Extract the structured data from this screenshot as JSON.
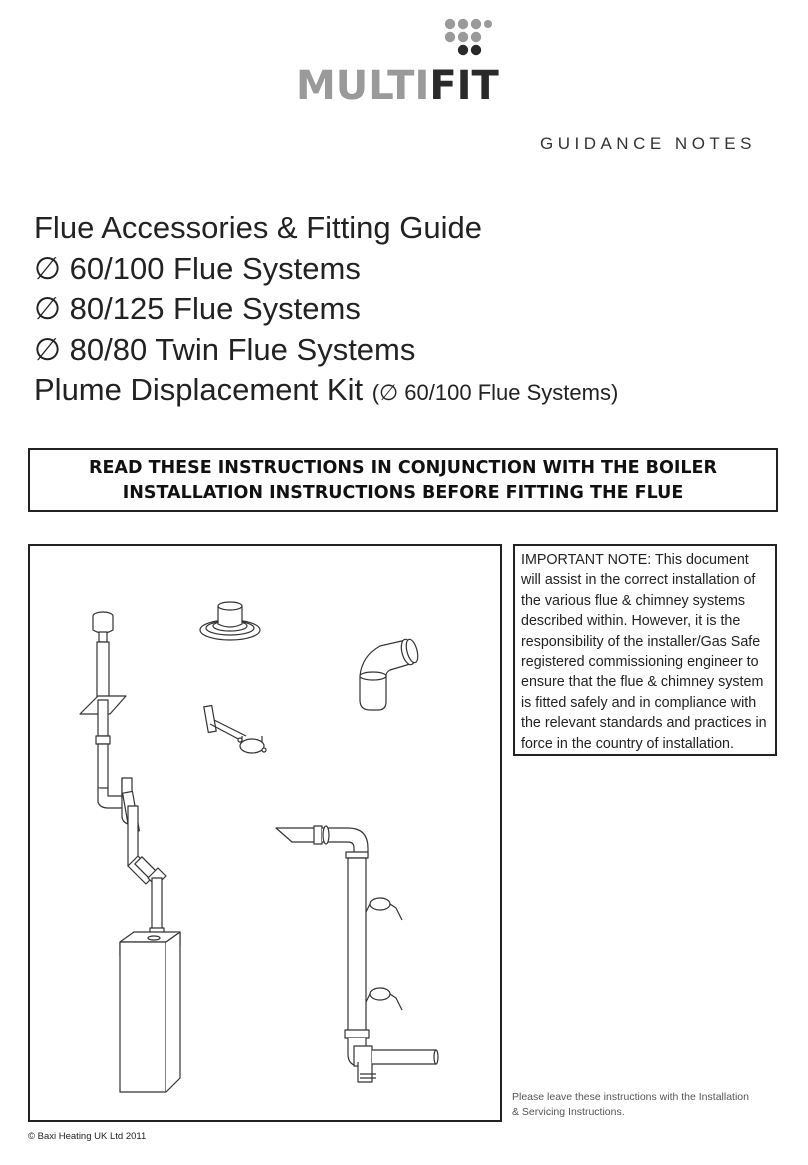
{
  "logo": {
    "word_light": "MULTI",
    "word_dark": "FIT"
  },
  "header": {
    "guidance": "GUIDANCE NOTES"
  },
  "titles": {
    "line1": "Flue Accessories & Fitting Guide",
    "line2": "∅ 60/100 Flue Systems",
    "line3": "∅ 80/125 Flue Systems",
    "line4": "∅ 80/80 Twin Flue Systems",
    "line5_main": "Plume Displacement Kit",
    "line5_sub": "(∅ 60/100 Flue Systems)"
  },
  "warning": {
    "line1": "READ THESE INSTRUCTIONS IN CONJUNCTION WITH THE BOILER",
    "line2": "INSTALLATION INSTRUCTIONS BEFORE FITTING THE FLUE"
  },
  "note": {
    "lead": "IMPORTANT NOTE:",
    "body": " This document will assist in the correct installation of the various flue & chimney systems described within. However, it is the responsibility of the installer/Gas Safe registered commissioning engineer to ensure that the flue & chimney system is fitted safely and in compliance with the relevant standards and practices in force in the country of installation."
  },
  "footer": {
    "leave": "Please leave these instructions with the Installation & Servicing Instructions.",
    "copyright": "© Baxi Heating UK Ltd 2011"
  },
  "colors": {
    "logo_light": "#9a9a9a",
    "logo_dark": "#2a2a2a",
    "border": "#222222"
  }
}
